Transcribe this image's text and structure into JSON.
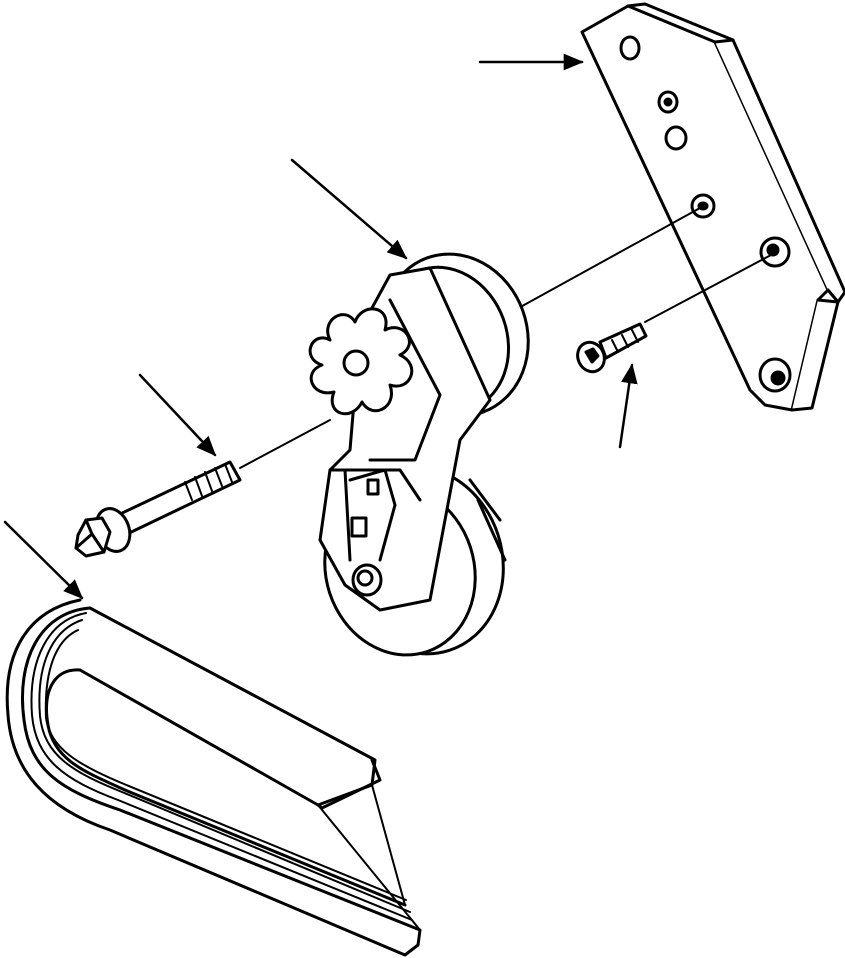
{
  "diagram": {
    "kind": "exploded-parts-view",
    "components": [
      {
        "id": "bracket",
        "name": "mounting-bracket"
      },
      {
        "id": "tensioner",
        "name": "belt-tensioner-assembly"
      },
      {
        "id": "bolt",
        "name": "flange-bolt"
      },
      {
        "id": "capscrew",
        "name": "socket-head-capscrew"
      },
      {
        "id": "belt",
        "name": "serpentine-belt"
      }
    ],
    "leaders": [
      {
        "points_to": "bracket"
      },
      {
        "points_to": "tensioner"
      },
      {
        "points_to": "bolt"
      },
      {
        "points_to": "capscrew"
      },
      {
        "points_to": "belt"
      }
    ],
    "colors": {
      "ink": "#000000",
      "paper": "#ffffff"
    }
  }
}
